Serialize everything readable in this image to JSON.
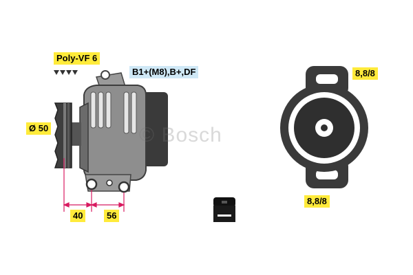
{
  "labels": {
    "pulley": "Poly-VF 6",
    "terminals": "B1+(M8),B+,DF",
    "diameter": "Ø 50",
    "dim_left": "40",
    "dim_right": "56",
    "mount_top": "8,8/8",
    "mount_bottom": "8,8/8"
  },
  "watermark": "© Bosch",
  "colors": {
    "label_yellow": "#ffeb3b",
    "label_blue": "#cfe8f6",
    "dimension": "#d81b60",
    "body_grey": "#8a8a8a",
    "dark": "#2b2b2b"
  }
}
